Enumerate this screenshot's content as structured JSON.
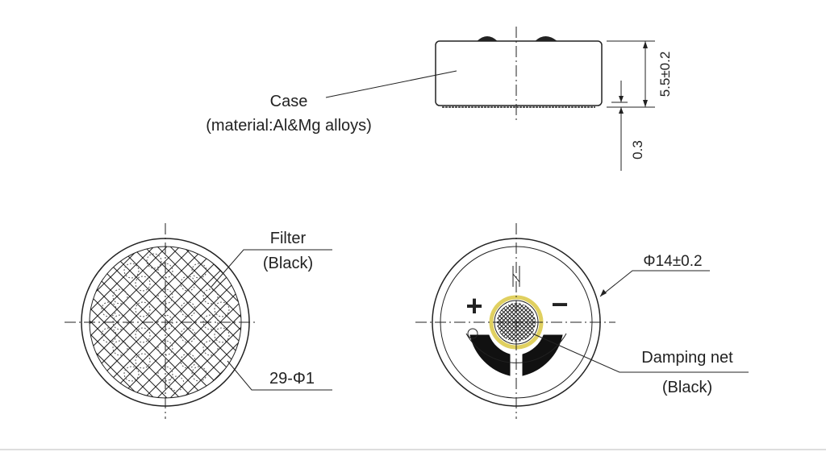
{
  "labels": {
    "case": "Case",
    "case_material": "(material:Al&Mg alloys)",
    "filter": "Filter",
    "filter_color": "(Black)",
    "holes": "29-Φ1",
    "diameter": "Φ14±0.2",
    "damping_net": "Damping net",
    "damping_color": "(Black)",
    "height": "5.5±0.2",
    "gap": "0.3",
    "plus": "+",
    "minus": "−"
  },
  "colors": {
    "line": "#222222",
    "pad": "#111111",
    "damping_ring": "#e0d060",
    "background": "#ffffff"
  }
}
